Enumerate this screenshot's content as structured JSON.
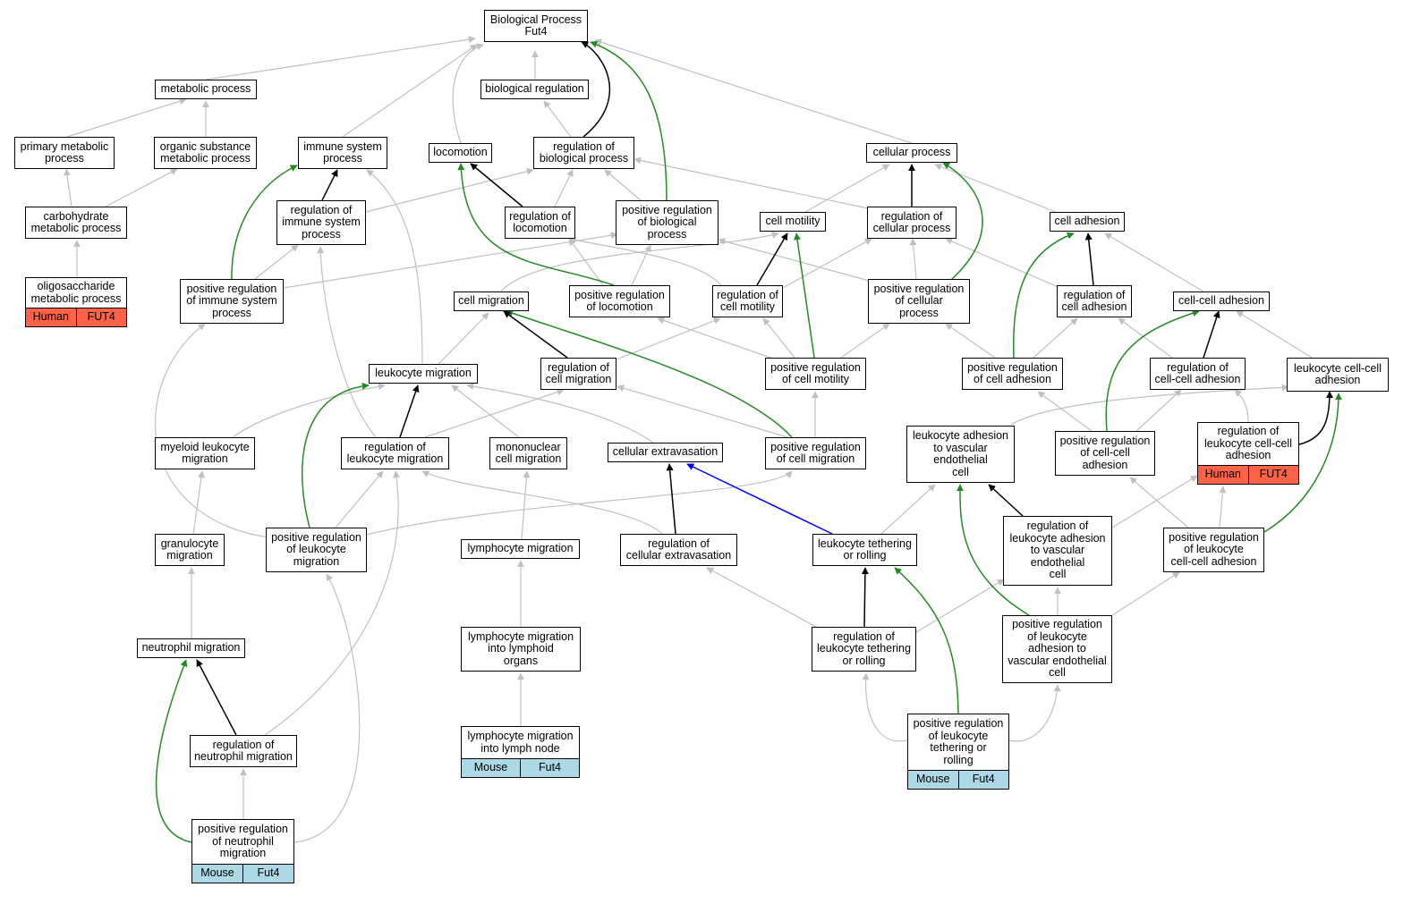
{
  "colors": {
    "is_a": "#c0c0c0",
    "regulates": "#000000",
    "positively_regulates": "#228b22",
    "part_of": "#0000ff",
    "human_tag": "#ff6347",
    "mouse_tag": "#add8e6"
  },
  "nodes": {
    "bp": {
      "label": "Biological Process\nFut4"
    },
    "metabolic": {
      "label": "metabolic process"
    },
    "bioreg": {
      "label": "biological regulation"
    },
    "primary_met": {
      "label": "primary metabolic\nprocess"
    },
    "org_sub": {
      "label": "organic substance\nmetabolic process"
    },
    "immune": {
      "label": "immune system\nprocess"
    },
    "locomotion": {
      "label": "locomotion"
    },
    "reg_bio": {
      "label": "regulation of\nbiological process"
    },
    "cellular_proc": {
      "label": "cellular process"
    },
    "carb_met": {
      "label": "carbohydrate\nmetabolic process"
    },
    "reg_immune": {
      "label": "regulation of\nimmune system\nprocess"
    },
    "reg_loco": {
      "label": "regulation of\nlocomotion"
    },
    "pos_reg_bio": {
      "label": "positive regulation\nof biological\nprocess"
    },
    "cell_motility": {
      "label": "cell motility"
    },
    "reg_cellular": {
      "label": "regulation of\ncellular process"
    },
    "cell_adhesion": {
      "label": "cell adhesion"
    },
    "oligo": {
      "label": "oligosaccharide\nmetabolic process",
      "tags": [
        {
          "text": "Human",
          "kind": "human"
        },
        {
          "text": "FUT4",
          "kind": "human"
        }
      ]
    },
    "pos_reg_immune": {
      "label": "positive regulation\nof immune system\nprocess"
    },
    "cell_migration": {
      "label": "cell migration"
    },
    "pos_reg_loco": {
      "label": "positive regulation\nof locomotion"
    },
    "reg_motility": {
      "label": "regulation of\ncell motility"
    },
    "pos_reg_cellular": {
      "label": "positive regulation\nof cellular\nprocess"
    },
    "reg_adhesion": {
      "label": "regulation of\ncell adhesion"
    },
    "cc_adhesion": {
      "label": "cell-cell adhesion"
    },
    "leuk_mig": {
      "label": "leukocyte migration"
    },
    "reg_cell_mig": {
      "label": "regulation of\ncell migration"
    },
    "pos_reg_motility": {
      "label": "positive regulation\nof cell motility"
    },
    "pos_reg_adhesion": {
      "label": "positive regulation\nof cell adhesion"
    },
    "reg_cc_adhesion": {
      "label": "regulation of\ncell-cell adhesion"
    },
    "leuk_cc_adhesion": {
      "label": "leukocyte cell-cell\nadhesion"
    },
    "myeloid": {
      "label": "myeloid leukocyte\nmigration"
    },
    "reg_leuk_mig": {
      "label": "regulation of\nleukocyte migration"
    },
    "mono": {
      "label": "mononuclear\ncell migration"
    },
    "extrav": {
      "label": "cellular extravasation"
    },
    "pos_reg_cell_mig": {
      "label": "positive regulation\nof cell migration"
    },
    "leuk_adh_vasc": {
      "label": "leukocyte adhesion\nto vascular\nendothelial\ncell"
    },
    "pos_reg_cc_adh": {
      "label": "positive regulation\nof cell-cell\nadhesion"
    },
    "reg_leuk_cc": {
      "label": "regulation of\nleukocyte cell-cell\nadhesion",
      "tags": [
        {
          "text": "Human",
          "kind": "human"
        },
        {
          "text": "FUT4",
          "kind": "human"
        }
      ]
    },
    "granulocyte": {
      "label": "granulocyte\nmigration"
    },
    "pos_reg_leuk_mig": {
      "label": "positive regulation\nof leukocyte\nmigration"
    },
    "lymph_mig": {
      "label": "lymphocyte migration"
    },
    "reg_extrav": {
      "label": "regulation of\ncellular extravasation"
    },
    "tethering": {
      "label": "leukocyte tethering\nor rolling"
    },
    "reg_leuk_adh_vasc": {
      "label": "regulation of\nleukocyte adhesion\nto vascular\nendothelial\ncell"
    },
    "pos_reg_leuk_cc": {
      "label": "positive regulation\nof leukocyte\ncell-cell adhesion"
    },
    "neutrophil": {
      "label": "neutrophil migration"
    },
    "lymph_organs": {
      "label": "lymphocyte migration\ninto lymphoid\norgans"
    },
    "reg_tethering": {
      "label": "regulation of\nleukocyte tethering\nor rolling"
    },
    "pos_reg_leuk_adh_vasc": {
      "label": "positive regulation\nof leukocyte\nadhesion to\nvascular endothelial\ncell"
    },
    "reg_neutro": {
      "label": "regulation of\nneutrophil migration"
    },
    "lymph_node": {
      "label": "lymphocyte migration\ninto lymph node",
      "tags": [
        {
          "text": "Mouse",
          "kind": "mouse"
        },
        {
          "text": "Fut4",
          "kind": "mouse"
        }
      ]
    },
    "pos_reg_tethering": {
      "label": "positive regulation\nof leukocyte\ntethering or\nrolling",
      "tags": [
        {
          "text": "Mouse",
          "kind": "mouse"
        },
        {
          "text": "Fut4",
          "kind": "mouse"
        }
      ]
    },
    "pos_reg_neutro": {
      "label": "positive regulation\nof neutrophil\nmigration",
      "tags": [
        {
          "text": "Mouse",
          "kind": "mouse"
        },
        {
          "text": "Fut4",
          "kind": "mouse"
        }
      ]
    }
  },
  "edges": [
    {
      "from": "metabolic",
      "to": "bp",
      "type": "is_a"
    },
    {
      "from": "bioreg",
      "to": "bp",
      "type": "is_a"
    },
    {
      "from": "immune",
      "to": "bp",
      "type": "is_a"
    },
    {
      "from": "locomotion",
      "to": "bp",
      "type": "is_a"
    },
    {
      "from": "reg_bio",
      "to": "bp",
      "type": "regulates"
    },
    {
      "from": "pos_reg_bio",
      "to": "bp",
      "type": "positively_regulates"
    },
    {
      "from": "cellular_proc",
      "to": "bp",
      "type": "is_a"
    },
    {
      "from": "primary_met",
      "to": "metabolic",
      "type": "is_a"
    },
    {
      "from": "org_sub",
      "to": "metabolic",
      "type": "is_a"
    },
    {
      "from": "reg_bio",
      "to": "bioreg",
      "type": "is_a"
    },
    {
      "from": "carb_met",
      "to": "primary_met",
      "type": "is_a"
    },
    {
      "from": "carb_met",
      "to": "org_sub",
      "type": "is_a"
    },
    {
      "from": "oligo",
      "to": "carb_met",
      "type": "is_a"
    },
    {
      "from": "reg_immune",
      "to": "immune",
      "type": "regulates"
    },
    {
      "from": "pos_reg_immune",
      "to": "immune",
      "type": "positively_regulates"
    },
    {
      "from": "reg_immune",
      "to": "reg_bio",
      "type": "is_a"
    },
    {
      "from": "pos_reg_immune",
      "to": "reg_immune",
      "type": "is_a"
    },
    {
      "from": "pos_reg_immune",
      "to": "pos_reg_bio",
      "type": "is_a"
    },
    {
      "from": "reg_loco",
      "to": "locomotion",
      "type": "regulates"
    },
    {
      "from": "pos_reg_loco",
      "to": "locomotion",
      "type": "positively_regulates"
    },
    {
      "from": "reg_loco",
      "to": "reg_bio",
      "type": "is_a"
    },
    {
      "from": "pos_reg_bio",
      "to": "reg_bio",
      "type": "is_a"
    },
    {
      "from": "reg_cellular",
      "to": "reg_bio",
      "type": "is_a"
    },
    {
      "from": "pos_reg_loco",
      "to": "reg_loco",
      "type": "is_a"
    },
    {
      "from": "pos_reg_loco",
      "to": "pos_reg_bio",
      "type": "is_a"
    },
    {
      "from": "cell_motility",
      "to": "cellular_proc",
      "type": "is_a"
    },
    {
      "from": "reg_cellular",
      "to": "cellular_proc",
      "type": "regulates"
    },
    {
      "from": "pos_reg_cellular",
      "to": "cellular_proc",
      "type": "positively_regulates"
    },
    {
      "from": "cell_adhesion",
      "to": "cellular_proc",
      "type": "is_a"
    },
    {
      "from": "cell_migration",
      "to": "cell_motility",
      "type": "is_a"
    },
    {
      "from": "reg_motility",
      "to": "cell_motility",
      "type": "regulates"
    },
    {
      "from": "pos_reg_motility",
      "to": "cell_motility",
      "type": "positively_regulates"
    },
    {
      "from": "reg_motility",
      "to": "reg_loco",
      "type": "is_a"
    },
    {
      "from": "reg_motility",
      "to": "reg_cellular",
      "type": "is_a"
    },
    {
      "from": "pos_reg_cellular",
      "to": "reg_cellular",
      "type": "is_a"
    },
    {
      "from": "pos_reg_cellular",
      "to": "pos_reg_bio",
      "type": "is_a"
    },
    {
      "from": "reg_adhesion",
      "to": "reg_cellular",
      "type": "is_a"
    },
    {
      "from": "reg_adhesion",
      "to": "cell_adhesion",
      "type": "regulates"
    },
    {
      "from": "pos_reg_adhesion",
      "to": "cell_adhesion",
      "type": "positively_regulates"
    },
    {
      "from": "cc_adhesion",
      "to": "cell_adhesion",
      "type": "is_a"
    },
    {
      "from": "leuk_mig",
      "to": "immune",
      "type": "is_a"
    },
    {
      "from": "leuk_mig",
      "to": "cell_migration",
      "type": "is_a"
    },
    {
      "from": "reg_cell_mig",
      "to": "cell_migration",
      "type": "regulates"
    },
    {
      "from": "pos_reg_cell_mig",
      "to": "cell_migration",
      "type": "positively_regulates"
    },
    {
      "from": "reg_cell_mig",
      "to": "reg_motility",
      "type": "is_a"
    },
    {
      "from": "pos_reg_motility",
      "to": "reg_motility",
      "type": "is_a"
    },
    {
      "from": "pos_reg_motility",
      "to": "pos_reg_loco",
      "type": "is_a"
    },
    {
      "from": "pos_reg_motility",
      "to": "pos_reg_cellular",
      "type": "is_a"
    },
    {
      "from": "pos_reg_adhesion",
      "to": "reg_adhesion",
      "type": "is_a"
    },
    {
      "from": "pos_reg_adhesion",
      "to": "pos_reg_cellular",
      "type": "is_a"
    },
    {
      "from": "reg_cc_adhesion",
      "to": "reg_adhesion",
      "type": "is_a"
    },
    {
      "from": "reg_cc_adhesion",
      "to": "cc_adhesion",
      "type": "regulates"
    },
    {
      "from": "pos_reg_cc_adh",
      "to": "cc_adhesion",
      "type": "positively_regulates"
    },
    {
      "from": "leuk_cc_adhesion",
      "to": "cc_adhesion",
      "type": "is_a"
    },
    {
      "from": "myeloid",
      "to": "leuk_mig",
      "type": "is_a"
    },
    {
      "from": "reg_leuk_mig",
      "to": "leuk_mig",
      "type": "regulates"
    },
    {
      "from": "mono",
      "to": "leuk_mig",
      "type": "is_a"
    },
    {
      "from": "extrav",
      "to": "leuk_mig",
      "type": "is_a"
    },
    {
      "from": "pos_reg_leuk_mig",
      "to": "leuk_mig",
      "type": "positively_regulates"
    },
    {
      "from": "reg_leuk_mig",
      "to": "reg_immune",
      "type": "is_a"
    },
    {
      "from": "reg_leuk_mig",
      "to": "reg_cell_mig",
      "type": "is_a"
    },
    {
      "from": "pos_reg_cell_mig",
      "to": "reg_cell_mig",
      "type": "is_a"
    },
    {
      "from": "pos_reg_cell_mig",
      "to": "pos_reg_motility",
      "type": "is_a"
    },
    {
      "from": "pos_reg_cc_adh",
      "to": "reg_cc_adhesion",
      "type": "is_a"
    },
    {
      "from": "pos_reg_cc_adh",
      "to": "pos_reg_adhesion",
      "type": "is_a"
    },
    {
      "from": "leuk_adh_vasc",
      "to": "leuk_cc_adhesion",
      "type": "is_a"
    },
    {
      "from": "reg_leuk_cc",
      "to": "leuk_cc_adhesion",
      "type": "regulates"
    },
    {
      "from": "reg_leuk_cc",
      "to": "reg_cc_adhesion",
      "type": "is_a"
    },
    {
      "from": "granulocyte",
      "to": "myeloid",
      "type": "is_a"
    },
    {
      "from": "pos_reg_leuk_mig",
      "to": "reg_leuk_mig",
      "type": "is_a"
    },
    {
      "from": "pos_reg_leuk_mig",
      "to": "pos_reg_immune",
      "type": "is_a"
    },
    {
      "from": "pos_reg_leuk_mig",
      "to": "pos_reg_cell_mig",
      "type": "is_a"
    },
    {
      "from": "lymph_mig",
      "to": "mono",
      "type": "is_a"
    },
    {
      "from": "reg_extrav",
      "to": "extrav",
      "type": "regulates"
    },
    {
      "from": "reg_extrav",
      "to": "reg_leuk_mig",
      "type": "is_a"
    },
    {
      "from": "tethering",
      "to": "extrav",
      "type": "part_of"
    },
    {
      "from": "tethering",
      "to": "leuk_adh_vasc",
      "type": "is_a"
    },
    {
      "from": "reg_leuk_adh_vasc",
      "to": "leuk_adh_vasc",
      "type": "regulates"
    },
    {
      "from": "pos_reg_leuk_adh_vasc",
      "to": "leuk_adh_vasc",
      "type": "positively_regulates"
    },
    {
      "from": "reg_leuk_adh_vasc",
      "to": "reg_leuk_cc",
      "type": "is_a"
    },
    {
      "from": "pos_reg_leuk_cc",
      "to": "reg_leuk_cc",
      "type": "is_a"
    },
    {
      "from": "pos_reg_leuk_cc",
      "to": "pos_reg_cc_adh",
      "type": "is_a"
    },
    {
      "from": "pos_reg_leuk_cc",
      "to": "leuk_cc_adhesion",
      "type": "positively_regulates"
    },
    {
      "from": "neutrophil",
      "to": "granulocyte",
      "type": "is_a"
    },
    {
      "from": "lymph_organs",
      "to": "lymph_mig",
      "type": "is_a"
    },
    {
      "from": "reg_tethering",
      "to": "tethering",
      "type": "regulates"
    },
    {
      "from": "pos_reg_tethering",
      "to": "tethering",
      "type": "positively_regulates"
    },
    {
      "from": "reg_tethering",
      "to": "reg_extrav",
      "type": "is_a"
    },
    {
      "from": "reg_tethering",
      "to": "reg_leuk_adh_vasc",
      "type": "is_a"
    },
    {
      "from": "pos_reg_leuk_adh_vasc",
      "to": "reg_leuk_adh_vasc",
      "type": "is_a"
    },
    {
      "from": "pos_reg_leuk_adh_vasc",
      "to": "pos_reg_leuk_cc",
      "type": "is_a"
    },
    {
      "from": "reg_neutro",
      "to": "neutrophil",
      "type": "regulates"
    },
    {
      "from": "pos_reg_neutro",
      "to": "neutrophil",
      "type": "positively_regulates"
    },
    {
      "from": "reg_neutro",
      "to": "reg_leuk_mig",
      "type": "is_a"
    },
    {
      "from": "lymph_node",
      "to": "lymph_organs",
      "type": "is_a"
    },
    {
      "from": "pos_reg_tethering",
      "to": "reg_tethering",
      "type": "is_a"
    },
    {
      "from": "pos_reg_tethering",
      "to": "pos_reg_leuk_adh_vasc",
      "type": "is_a"
    },
    {
      "from": "pos_reg_neutro",
      "to": "reg_neutro",
      "type": "is_a"
    },
    {
      "from": "pos_reg_neutro",
      "to": "pos_reg_leuk_mig",
      "type": "is_a"
    }
  ]
}
